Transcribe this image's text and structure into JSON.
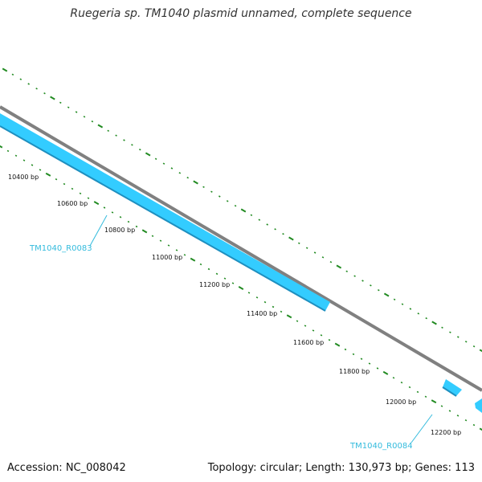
{
  "title": "Ruegeria sp. TM1040 plasmid unnamed, complete sequence",
  "footer": {
    "accession": "Accession: NC_008042",
    "summary": "Topology: circular; Length: 130,973 bp; Genes: 113"
  },
  "colors": {
    "backbone": "#808080",
    "gene": "#33ccff",
    "gene_dark": "#1e8fbf",
    "tick": "#228b22",
    "gene_label": "#33bbdd"
  },
  "ticks": [
    {
      "label": "10400 bp"
    },
    {
      "label": "10600 bp"
    },
    {
      "label": "10800 bp"
    },
    {
      "label": "11000 bp"
    },
    {
      "label": "11200 bp"
    },
    {
      "label": "11400 bp"
    },
    {
      "label": "11600 bp"
    },
    {
      "label": "11800 bp"
    },
    {
      "label": "12000 bp"
    },
    {
      "label": "12200 bp"
    }
  ],
  "genes": [
    {
      "label": "TM1040_R0083"
    },
    {
      "label": "TM1040_R0084"
    }
  ]
}
